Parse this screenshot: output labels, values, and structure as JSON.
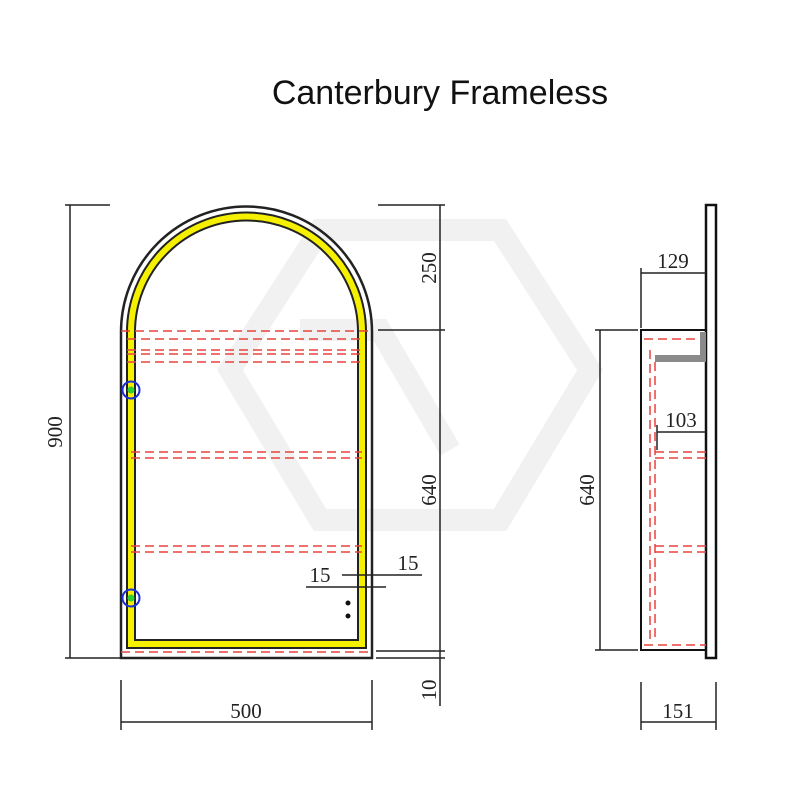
{
  "title": "Canterbury Frameless",
  "front_view": {
    "overall_height": "900",
    "arch_height": "250",
    "cabinet_height": "640",
    "bottom_gap": "10",
    "width": "500",
    "inset_left": "15",
    "inset_right": "15"
  },
  "side_view": {
    "top_depth": "129",
    "shelf_depth": "103",
    "cabinet_height": "640",
    "total_depth": "151"
  },
  "colors": {
    "led": "#f5f000",
    "hidden_lines": "#e8423e",
    "hinge": "#1a2fe0",
    "hinge_dot": "#2fd02f"
  }
}
